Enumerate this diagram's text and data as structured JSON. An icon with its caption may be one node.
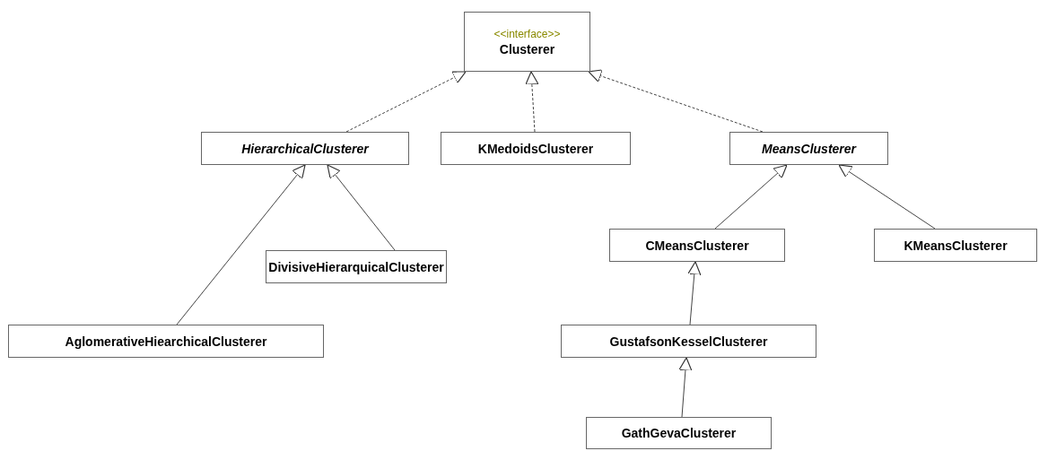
{
  "diagram": {
    "nodes": [
      {
        "text": [
          "<<interface>>",
          "Clusterer"
        ]
      },
      {
        "text": [
          "HierarchicalClusterer"
        ]
      },
      {
        "text": [
          "KMedoidsClusterer"
        ]
      },
      {
        "text": [
          "MeansClusterer"
        ]
      },
      {
        "text": [
          "CMeansClusterer"
        ]
      },
      {
        "text": [
          "KMeansClusterer"
        ]
      },
      {
        "text": [
          "DivisiveHierarquicalClusterer"
        ]
      },
      {
        "text": [
          "AglomerativeHiearchicalClusterer"
        ]
      },
      {
        "text": [
          "GustafsonKesselClusterer"
        ]
      },
      {
        "text": [
          "GathGevaClusterer"
        ]
      }
    ],
    "edges": [
      {
        "from": 1,
        "to": 0,
        "arrow": "to",
        "style": "dashed"
      },
      {
        "from": 2,
        "to": 0,
        "arrow": "to",
        "style": "dashed"
      },
      {
        "from": 3,
        "to": 0,
        "arrow": "to",
        "style": "dashed"
      },
      {
        "from": 4,
        "to": 3,
        "arrow": "to"
      },
      {
        "from": 5,
        "to": 3,
        "arrow": "to"
      },
      {
        "from": 6,
        "to": 1,
        "arrow": "to"
      },
      {
        "from": 7,
        "to": 1,
        "arrow": "to"
      },
      {
        "from": 8,
        "to": 4,
        "arrow": "to"
      },
      {
        "from": 9,
        "to": 8,
        "arrow": "to"
      }
    ]
  }
}
